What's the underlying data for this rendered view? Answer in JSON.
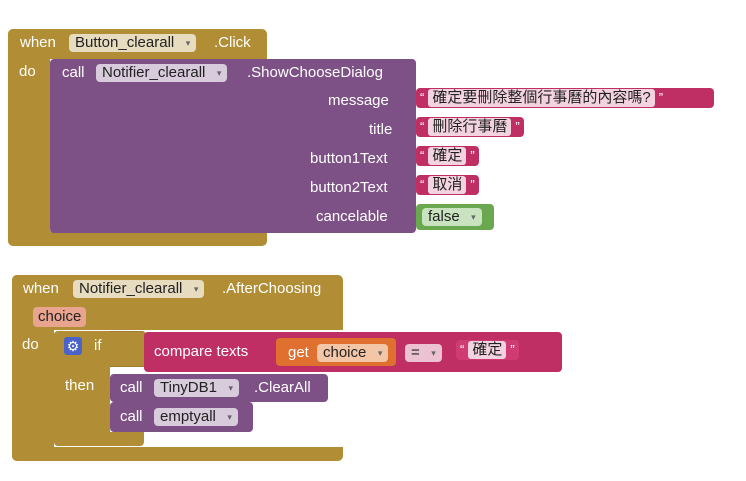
{
  "event1": {
    "when": "when",
    "component": "Button_clearall",
    "event": ".Click",
    "do": "do",
    "call": "call",
    "notifier": "Notifier_clearall",
    "method": ".ShowChooseDialog",
    "params": {
      "message": "message",
      "title": "title",
      "button1": "button1Text",
      "button2": "button2Text",
      "cancelable": "cancelable"
    },
    "values": {
      "message": "確定要刪除整個行事曆的內容嗎?",
      "title": "刪除行事曆",
      "button1": "確定",
      "button2": "取消",
      "cancelable": "false"
    }
  },
  "event2": {
    "when": "when",
    "component": "Notifier_clearall",
    "event": ".AfterChoosing",
    "param": "choice",
    "do": "do",
    "if": "if",
    "compare": "compare texts",
    "get": "get",
    "get_var": "choice",
    "operator": "=",
    "compare_value": "確定",
    "then": "then",
    "call": "call",
    "db": "TinyDB1",
    "clear": ".ClearAll",
    "proc": "emptyall"
  },
  "quote_open": "“",
  "quote_close": "”",
  "arrow": "▾"
}
